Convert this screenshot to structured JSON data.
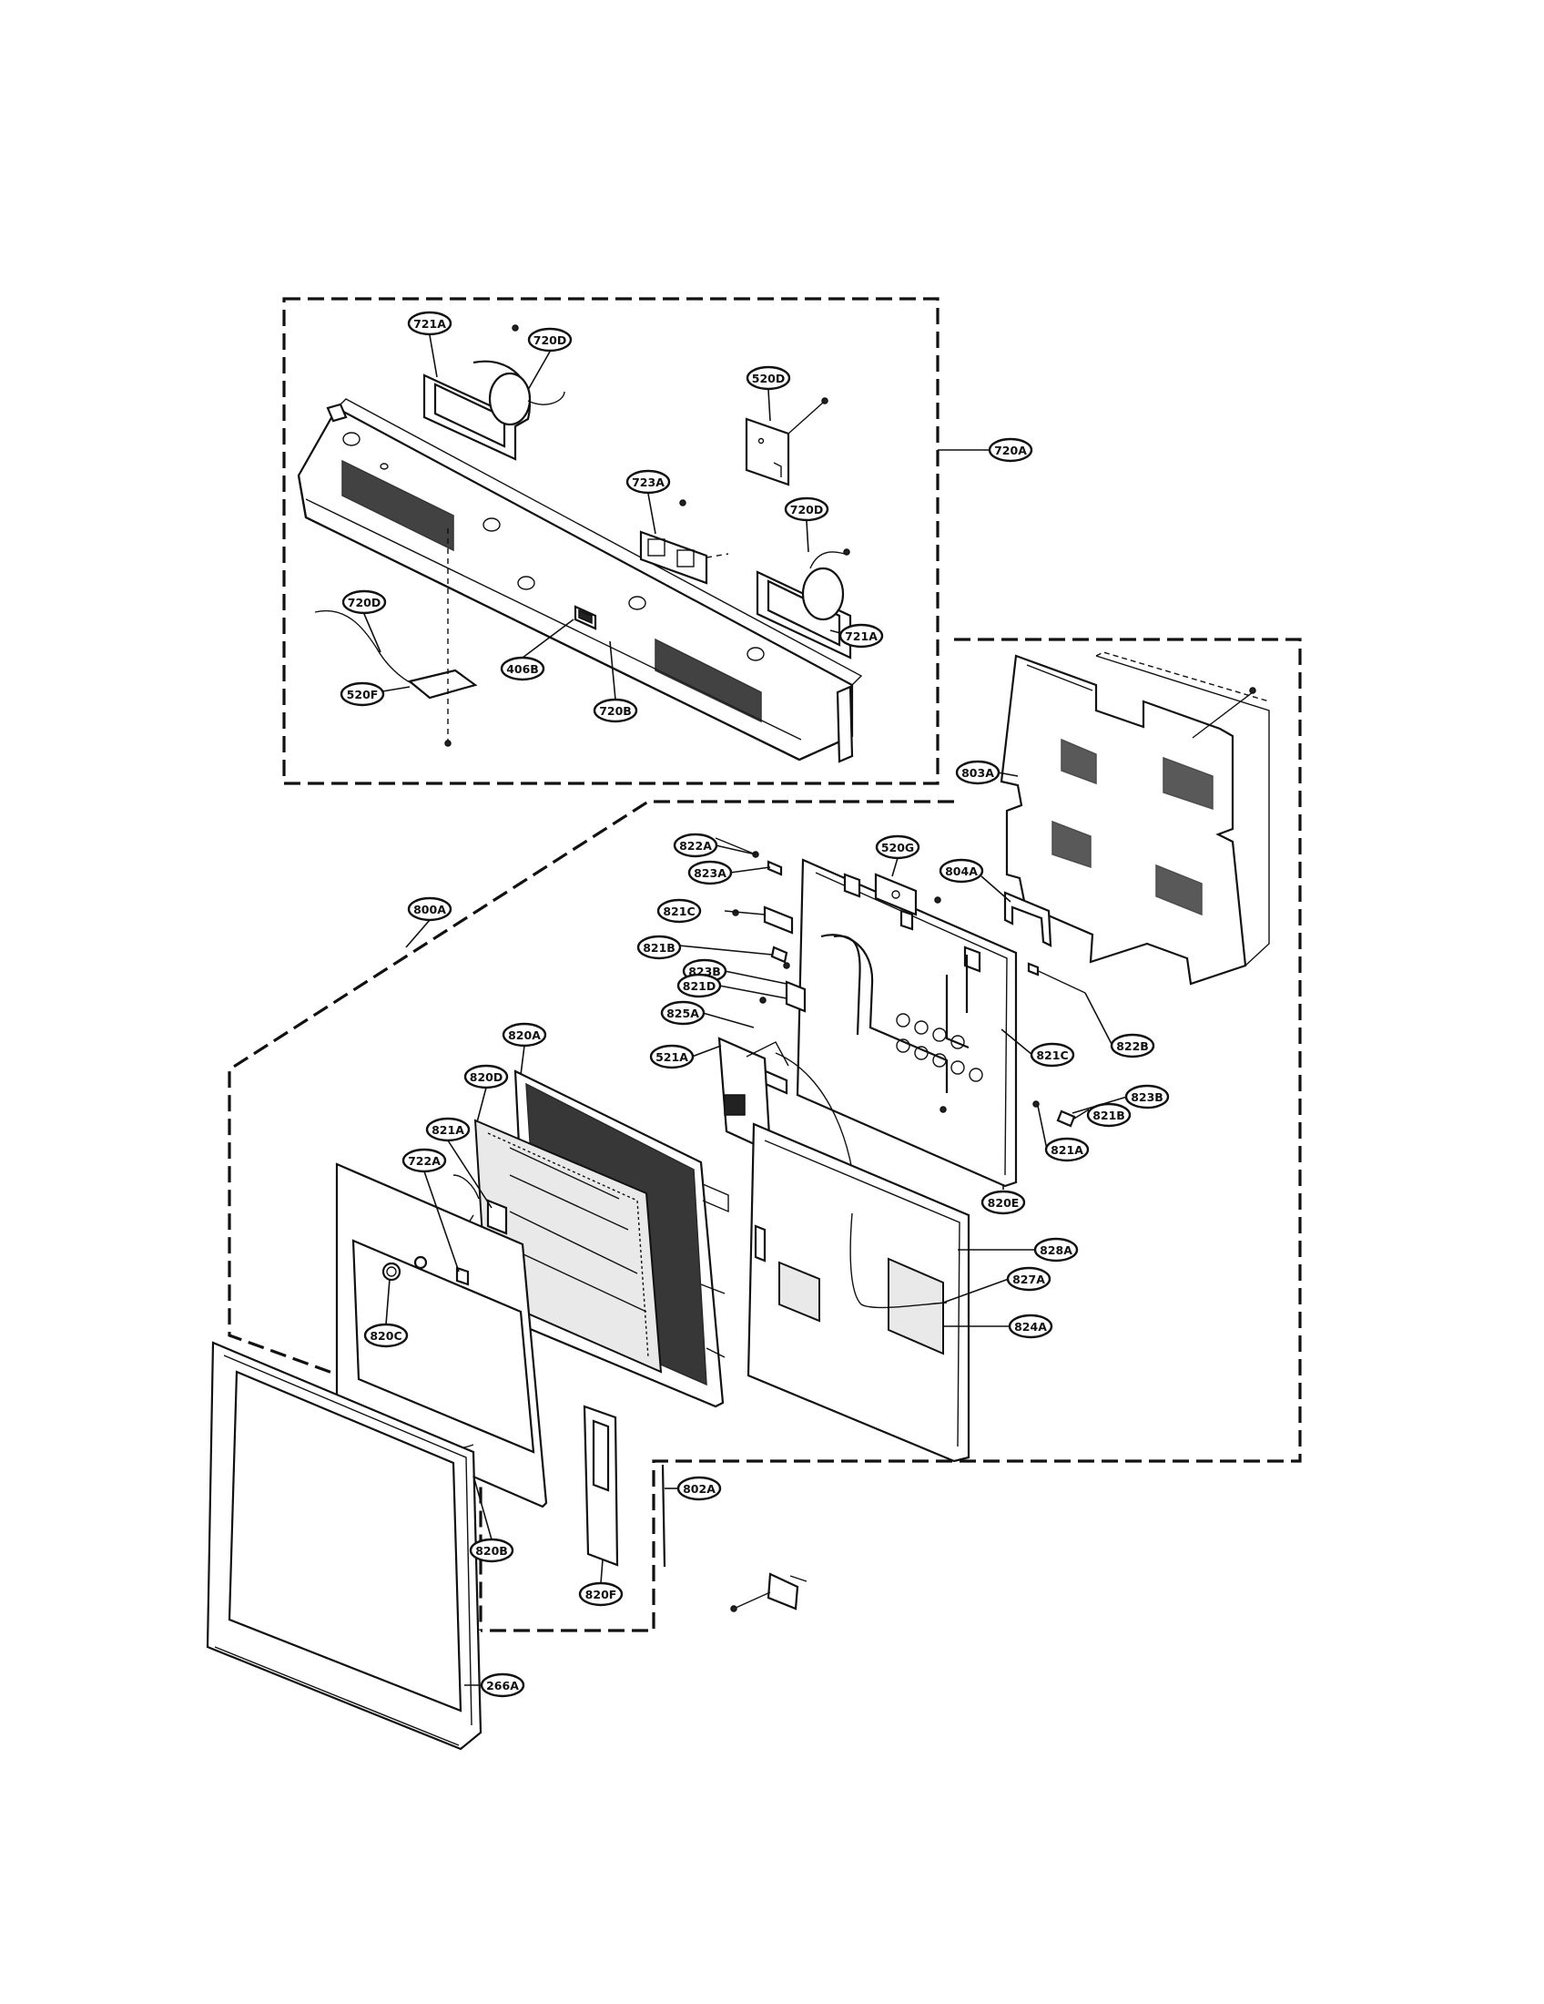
{
  "diagram": {
    "callouts": [
      {
        "id": "c-721A-top",
        "text": "721A"
      },
      {
        "id": "c-720D-top",
        "text": "720D"
      },
      {
        "id": "c-520D",
        "text": "520D"
      },
      {
        "id": "c-720A",
        "text": "720A"
      },
      {
        "id": "c-723A",
        "text": "723A"
      },
      {
        "id": "c-720D-mid",
        "text": "720D"
      },
      {
        "id": "c-721A-mid",
        "text": "721A"
      },
      {
        "id": "c-720D-left",
        "text": "720D"
      },
      {
        "id": "c-406B",
        "text": "406B"
      },
      {
        "id": "c-520F",
        "text": "520F"
      },
      {
        "id": "c-720B",
        "text": "720B"
      },
      {
        "id": "c-803A",
        "text": "803A"
      },
      {
        "id": "c-822A",
        "text": "822A"
      },
      {
        "id": "c-520G",
        "text": "520G"
      },
      {
        "id": "c-823A",
        "text": "823A"
      },
      {
        "id": "c-804A",
        "text": "804A"
      },
      {
        "id": "c-800A",
        "text": "800A"
      },
      {
        "id": "c-821C-left",
        "text": "821C"
      },
      {
        "id": "c-821B-left",
        "text": "821B"
      },
      {
        "id": "c-823B-left",
        "text": "823B"
      },
      {
        "id": "c-821D",
        "text": "821D"
      },
      {
        "id": "c-825A",
        "text": "825A"
      },
      {
        "id": "c-821C-right",
        "text": "821C"
      },
      {
        "id": "c-822B",
        "text": "822B"
      },
      {
        "id": "c-820A",
        "text": "820A"
      },
      {
        "id": "c-521A",
        "text": "521A"
      },
      {
        "id": "c-823B-right",
        "text": "823B"
      },
      {
        "id": "c-821B-right",
        "text": "821B"
      },
      {
        "id": "c-820D",
        "text": "820D"
      },
      {
        "id": "c-821A-right",
        "text": "821A"
      },
      {
        "id": "c-821A-left",
        "text": "821A"
      },
      {
        "id": "c-722A",
        "text": "722A"
      },
      {
        "id": "c-820E",
        "text": "820E"
      },
      {
        "id": "c-828A",
        "text": "828A"
      },
      {
        "id": "c-827A",
        "text": "827A"
      },
      {
        "id": "c-820C",
        "text": "820C"
      },
      {
        "id": "c-824A",
        "text": "824A"
      },
      {
        "id": "c-802A",
        "text": "802A"
      },
      {
        "id": "c-820B",
        "text": "820B"
      },
      {
        "id": "c-820F",
        "text": "820F"
      },
      {
        "id": "c-266A",
        "text": "266A"
      }
    ]
  }
}
